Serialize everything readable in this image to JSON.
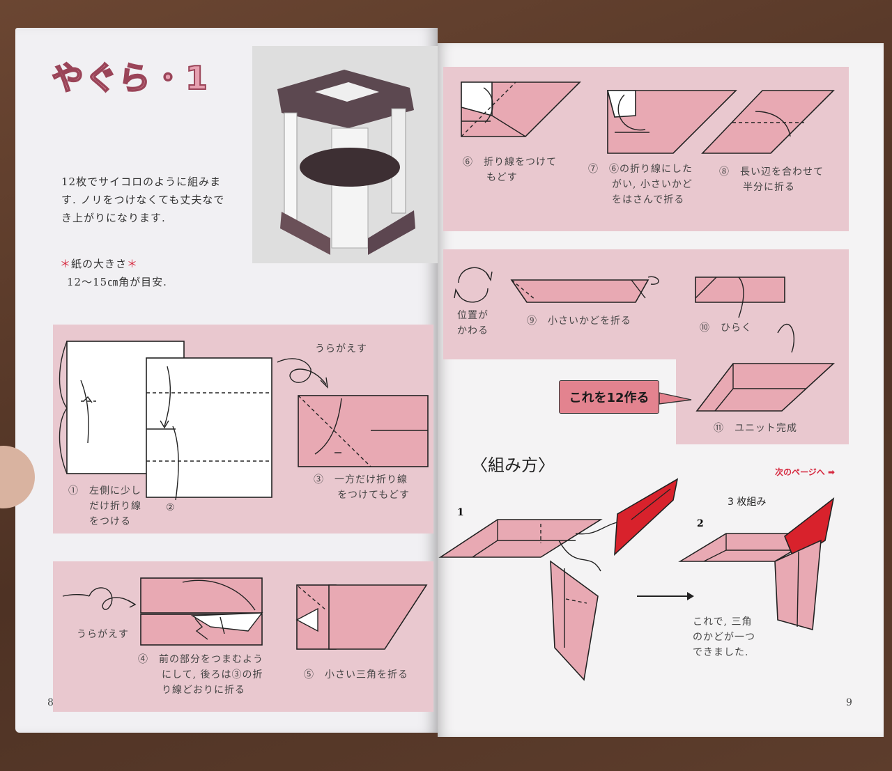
{
  "title": "やぐら・1",
  "intro": [
    "12枚でサイコロのように組みま",
    "す. ノリをつけなくても丈夫なで",
    "き上がりになります."
  ],
  "paper_size": {
    "label": "紙の大きさ",
    "value": "12～15㎝角が目安."
  },
  "steps": {
    "s1": [
      "①　左側に少し",
      "だけ折り線",
      "をつける"
    ],
    "s2": "②",
    "s3": [
      "③　一方だけ折り線",
      "をつけてもどす"
    ],
    "flip1": "うらがえす",
    "flip2": "うらがえす",
    "s4": [
      "④　前の部分をつまむよう",
      "にして, 後ろは③の折",
      "り線どおりに折る"
    ],
    "s5": "⑤　小さい三角を折る",
    "s6": [
      "⑥　折り線をつけて",
      "もどす"
    ],
    "s7": [
      "⑦　⑥の折り線にした",
      "がい, 小さいかど",
      "をはさんで折る"
    ],
    "s8": [
      "⑧　長い辺を合わせて",
      "半分に折る"
    ],
    "rotate": [
      "位置が",
      "かわる"
    ],
    "s9": "⑨　小さいかどを折る",
    "s10": "⑩　ひらく",
    "s11": "⑪　ユニット完成"
  },
  "callout": "これを12作る",
  "assembly": {
    "heading": "〈組み方〉",
    "next": "次のページへ",
    "step1": "1",
    "step2": "2",
    "three": "3 枚組み",
    "note": [
      "これで, 三角",
      "のかどが一つ",
      "できました."
    ]
  },
  "page_numbers": {
    "left": "8",
    "right": "9"
  },
  "colors": {
    "pink_panel": "#e9c8cf",
    "paper_pink": "#e8a9b3",
    "paper_red": "#d8222c",
    "title": "#e6a0b0"
  }
}
